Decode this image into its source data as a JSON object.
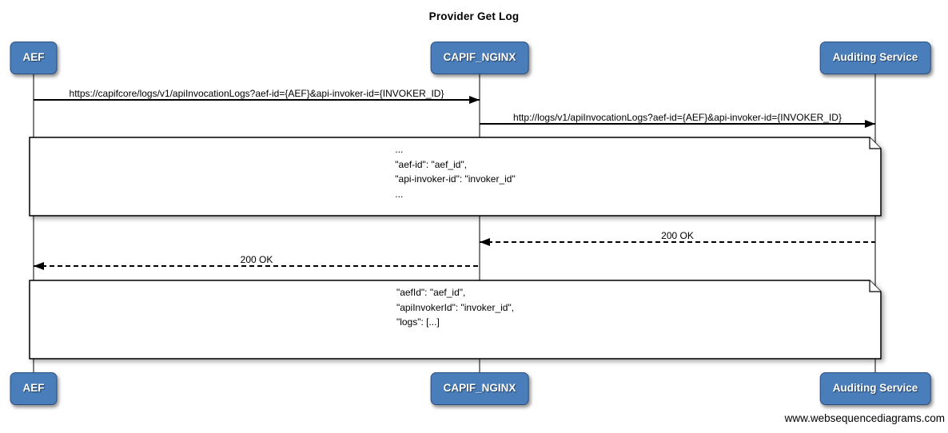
{
  "diagram": {
    "title": "Provider Get Log",
    "watermark": "www.websequencediagrams.com"
  },
  "actors": [
    {
      "label": "AEF"
    },
    {
      "label": "CAPIF_NGINX"
    },
    {
      "label": "Auditing Service"
    }
  ],
  "messages": [
    {
      "from": "AEF",
      "to": "CAPIF_NGINX",
      "line": "solid",
      "label": "https://capifcore/logs/v1/apiInvocationLogs?aef-id={AEF}&api-invoker-id={INVOKER_ID}"
    },
    {
      "from": "CAPIF_NGINX",
      "to": "Auditing Service",
      "line": "solid",
      "label": "http://logs/v1/apiInvocationLogs?aef-id={AEF}&api-invoker-id={INVOKER_ID}"
    },
    {
      "from": "Auditing Service",
      "to": "CAPIF_NGINX",
      "line": "dashed",
      "label": "200 OK"
    },
    {
      "from": "CAPIF_NGINX",
      "to": "AEF",
      "line": "dashed",
      "label": "200 OK"
    }
  ],
  "notes": [
    {
      "lines": [
        "...",
        "\"aef-id\": \"aef_id\",",
        "\"api-invoker-id\": \"invoker_id\"",
        "..."
      ]
    },
    {
      "lines": [
        "\"aefId\": \"aef_id\",",
        "\"apiInvokerId\": \"invoker_id\",",
        "\"logs\": [...]"
      ]
    }
  ],
  "colors": {
    "actor_fill": "#4A7EBB",
    "actor_border": "#2C4D7E",
    "lifeline": "#7F7F7F",
    "message_line": "#000000",
    "note_fill": "#FFFFFF",
    "note_border": "#000000"
  }
}
